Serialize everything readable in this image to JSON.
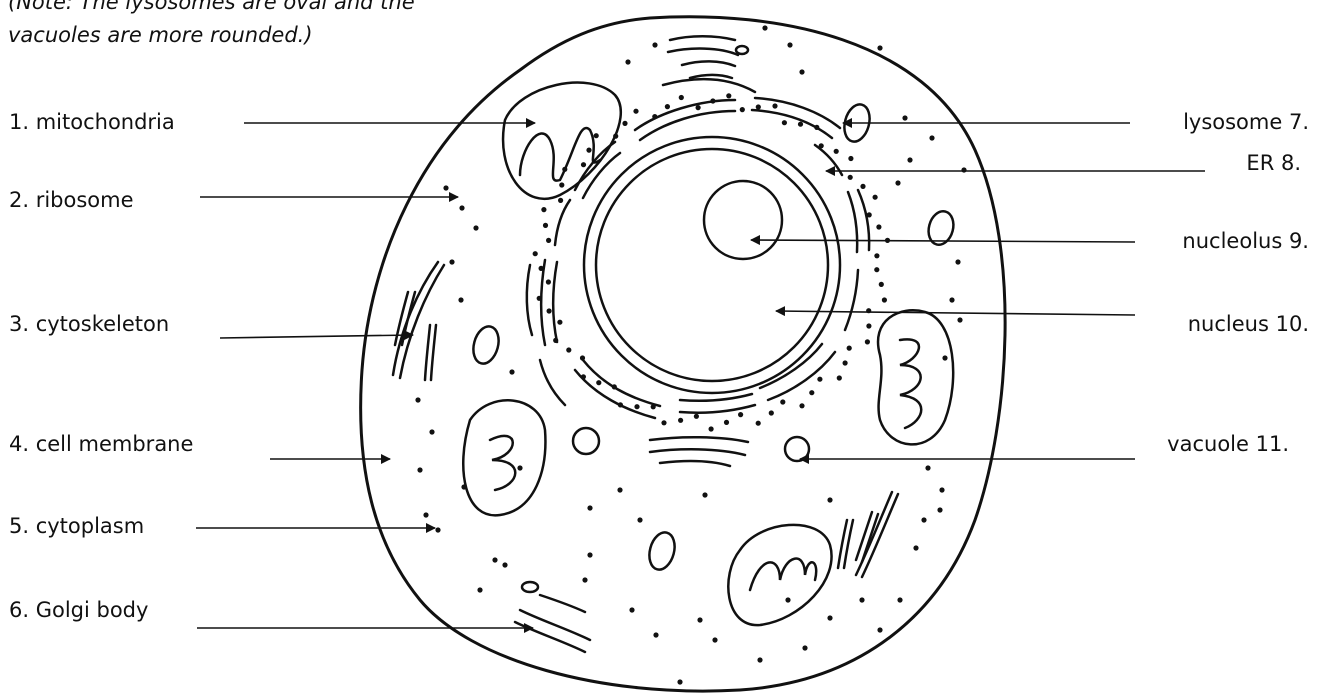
{
  "note": {
    "line1": "(Note: The lysosomes are oval and the",
    "line2": "vacuoles are more rounded.)"
  },
  "labels": {
    "mitochondria": "1. mitochondria",
    "ribosome": "2. ribosome",
    "cytoskeleton": "3. cytoskeleton",
    "cell_membrane": "4. cell membrane",
    "cytoplasm": "5. cytoplasm",
    "golgi_body": "6. Golgi body",
    "lysosome": "lysosome 7.",
    "er": "ER 8.",
    "nucleolus": "nucleolus 9.",
    "nucleus": "nucleus 10.",
    "vacuole": "vacuole 11."
  },
  "colors": {
    "ink": "#111111",
    "background": "#ffffff"
  }
}
